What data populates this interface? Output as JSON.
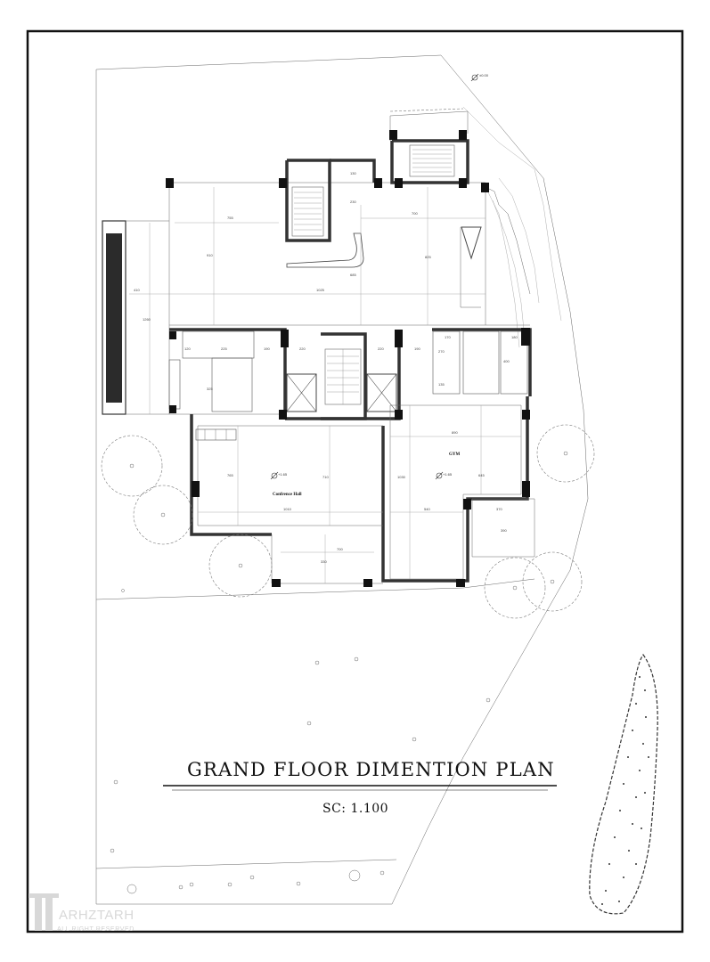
{
  "title": "GRAND FLOOR DIMENTION PLAN",
  "scale": "SC: 1.100",
  "level_markers": [
    "±0.00",
    "+1.65",
    "+1.65"
  ],
  "rooms": [
    {
      "name": "Confrence Hall"
    },
    {
      "name": "GYM"
    }
  ],
  "dimensions": [
    "755",
    "700",
    "910",
    "825",
    "685",
    "410",
    "1025",
    "1260",
    "120",
    "225",
    "190",
    "220",
    "220",
    "190",
    "170",
    "180",
    "130",
    "230",
    "270",
    "400",
    "135",
    "325",
    "890",
    "765",
    "710",
    "1030",
    "1010",
    "645",
    "540",
    "370",
    "700",
    "330",
    "390"
  ],
  "logo": {
    "name": "ARHZTARH",
    "tagline": "ALL RIGHT RESERVED"
  },
  "colors": {
    "line": "#333333",
    "column": "#111111",
    "paper": "#ffffff",
    "logo": "#d8d8d8"
  }
}
